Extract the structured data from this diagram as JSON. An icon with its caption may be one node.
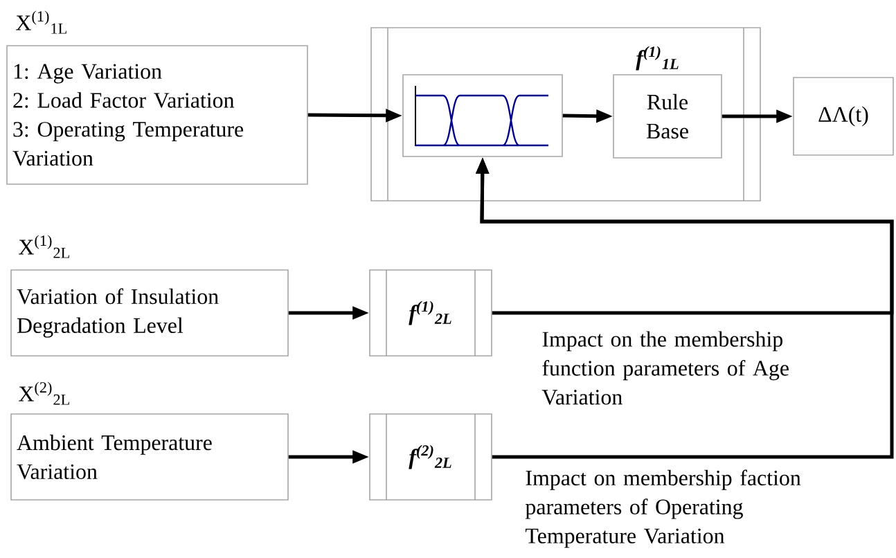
{
  "diagram": {
    "nodes": [
      {
        "text": [
          "X$^{(1)}$$_{1L}$",
          "1: Age Variation",
          "2: Load Factor Variation",
          "3: Operating Temperature Variation"
        ]
      },
      {
        "text": [
          "f$^{(1)}$$_{1L}$"
        ]
      },
      {
        "text": [],
        "shape": "box",
        "in": 1
      },
      {
        "text": [
          "Rule Base"
        ],
        "in": 1
      },
      {
        "text": [
          "ΔΛ(t)"
        ]
      },
      {
        "text": [
          "X$^{(1)}$$_{2L}$",
          "Variation of Insulation Degradation Level"
        ]
      },
      {
        "text": [
          "f$^{(1)}$$_{2L}$"
        ]
      },
      {
        "text": [
          "X$^{(2)}$$_{2L}$",
          "Ambient Temperature Variation"
        ]
      },
      {
        "text": [
          "f$^{(2)}$$_{2L}$"
        ]
      }
    ],
    "edges": [
      {
        "from": 0,
        "to": 2,
        "arrow": "to"
      },
      {
        "from": 2,
        "to": 3,
        "arrow": "to"
      },
      {
        "from": 3,
        "to": 4,
        "arrow": "to"
      },
      {
        "from": 5,
        "to": 6,
        "arrow": "to"
      },
      {
        "from": 7,
        "to": 8,
        "arrow": "to"
      },
      {
        "from": 6,
        "to": 2,
        "arrow": "to",
        "label": "Impact on the membership function parameters of Age Variation"
      },
      {
        "from": 8,
        "to": 2,
        "arrow": "to",
        "label": "Impact on membership faction parameters of Operating Temperature Variation"
      }
    ]
  }
}
